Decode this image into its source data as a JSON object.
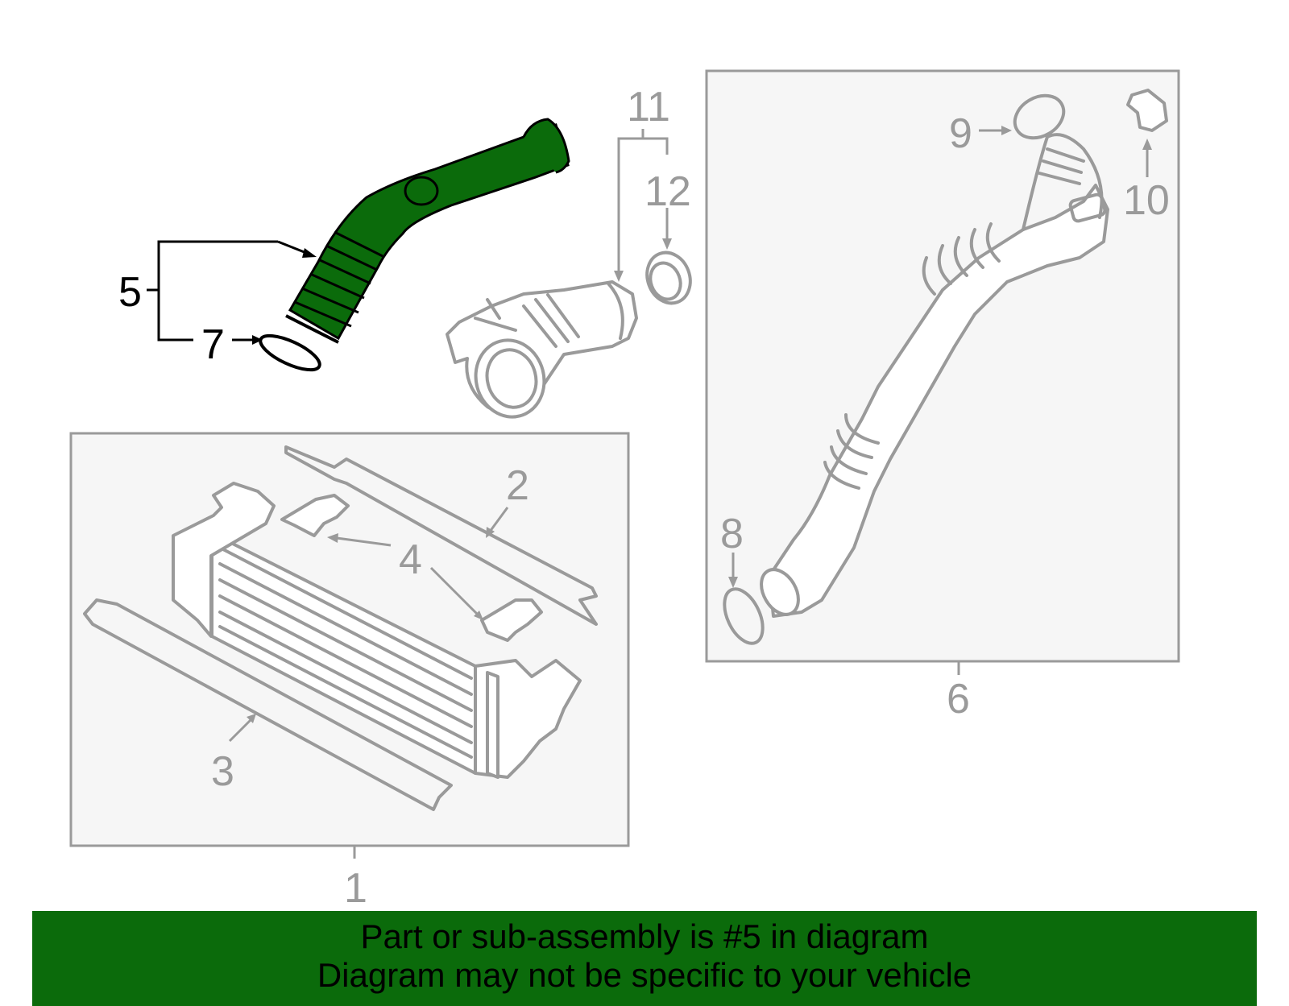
{
  "callouts": {
    "c1": "1",
    "c2": "2",
    "c3": "3",
    "c4": "4",
    "c5": "5",
    "c6": "6",
    "c7": "7",
    "c8": "8",
    "c9": "9",
    "c10": "10",
    "c11": "11",
    "c12": "12"
  },
  "highlight": {
    "part_number": "5",
    "color": "#0b6b0b"
  },
  "banner": {
    "line1": "Part or sub-assembly is #5 in diagram",
    "line2": "Diagram may not be specific to your vehicle",
    "background": "#0b6b0b"
  },
  "colors": {
    "line_gray": "#9a9a9a",
    "box_fill": "#f6f6f6"
  }
}
